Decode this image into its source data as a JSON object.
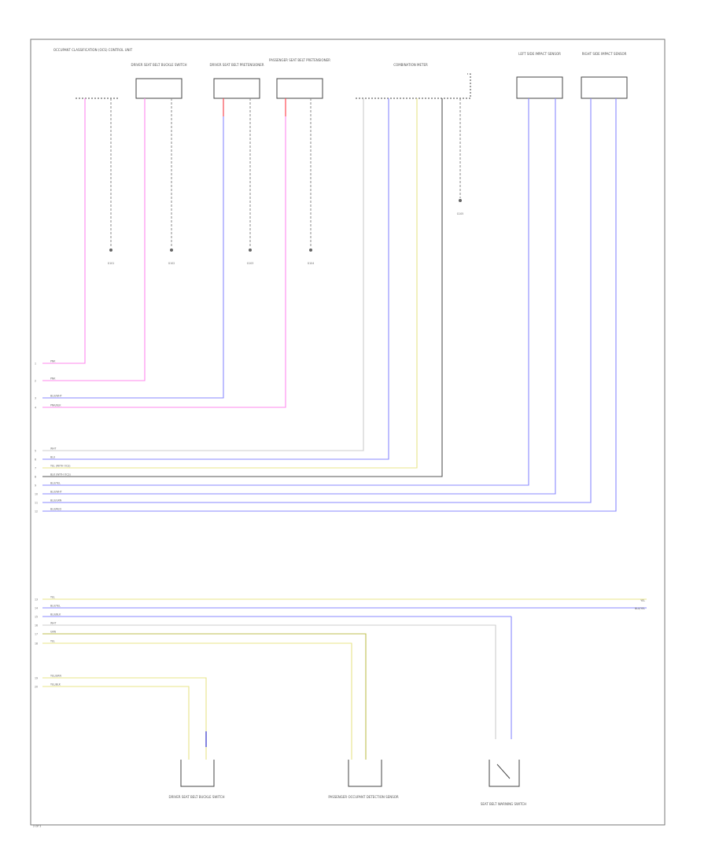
{
  "diagram": {
    "colors": {
      "pink": "#ff88ee",
      "violet": "#8a8aff",
      "yellow": "#e8e48a",
      "grey": "#999999",
      "dark": "#555555",
      "red": "#ff4444",
      "olive": "#bfbf50",
      "frame": "#777777"
    },
    "components_top": [
      {
        "name": "OCCUPANT CLASSIFICATION (OCS) CONTROL UNIT"
      },
      {
        "name": "DRIVER SEAT BELT BUCKLE SWITCH"
      },
      {
        "name": "DRIVER SEAT BELT PRETENSIONER"
      },
      {
        "name": "PASSENGER SEAT BELT PRETENSIONER"
      },
      {
        "name": "COMBINATION METER"
      },
      {
        "name": "LEFT SIDE IMPACT SENSOR"
      },
      {
        "name": "RIGHT SIDE IMPACT SENSOR"
      }
    ],
    "ground_labels": [
      "G101",
      "G102",
      "G103",
      "G104",
      "G105"
    ],
    "left_wires_top": [
      {
        "label": "PNK",
        "pin": "1"
      },
      {
        "label": "PNK",
        "pin": "2"
      },
      {
        "label": "BLU/WHT",
        "pin": "3"
      },
      {
        "label": "PNK/BLK",
        "pin": "4"
      }
    ],
    "left_wires_mid": [
      {
        "label": "WHT",
        "pin": "5"
      },
      {
        "label": "BLU",
        "pin": "6"
      },
      {
        "label": "YEL (WITH OCS)",
        "pin": "7"
      },
      {
        "label": "BLK (WITH OCS)",
        "pin": "8"
      },
      {
        "label": "BLU/YEL",
        "pin": "9"
      },
      {
        "label": "BLU/WHT",
        "pin": "10"
      },
      {
        "label": "BLU/GRN",
        "pin": "11"
      },
      {
        "label": "BLU/RED",
        "pin": "12"
      }
    ],
    "left_wires_bottom": [
      {
        "label": "YEL",
        "pin": "13"
      },
      {
        "label": "BLU/YEL",
        "pin": "14"
      },
      {
        "label": "BLU/BLK",
        "pin": "15"
      },
      {
        "label": "WHT",
        "pin": "16"
      },
      {
        "label": "GRN",
        "pin": "17"
      },
      {
        "label": "YEL",
        "pin": "18"
      }
    ],
    "left_wires_low": [
      {
        "label": "YEL/GRN",
        "pin": "19"
      },
      {
        "label": "YEL/BLK",
        "pin": "20"
      }
    ],
    "right_wires": [
      {
        "label": "YEL"
      },
      {
        "label": "BLU/YEL"
      }
    ],
    "components_bottom": [
      {
        "name": "DRIVER SEAT BELT BUCKLE SWITCH"
      },
      {
        "name": "PASSENGER OCCUPANT DETECTION SENSOR"
      },
      {
        "name": "SEAT BELT WARNING SWITCH"
      }
    ],
    "page_mark": "2 OF 2"
  }
}
